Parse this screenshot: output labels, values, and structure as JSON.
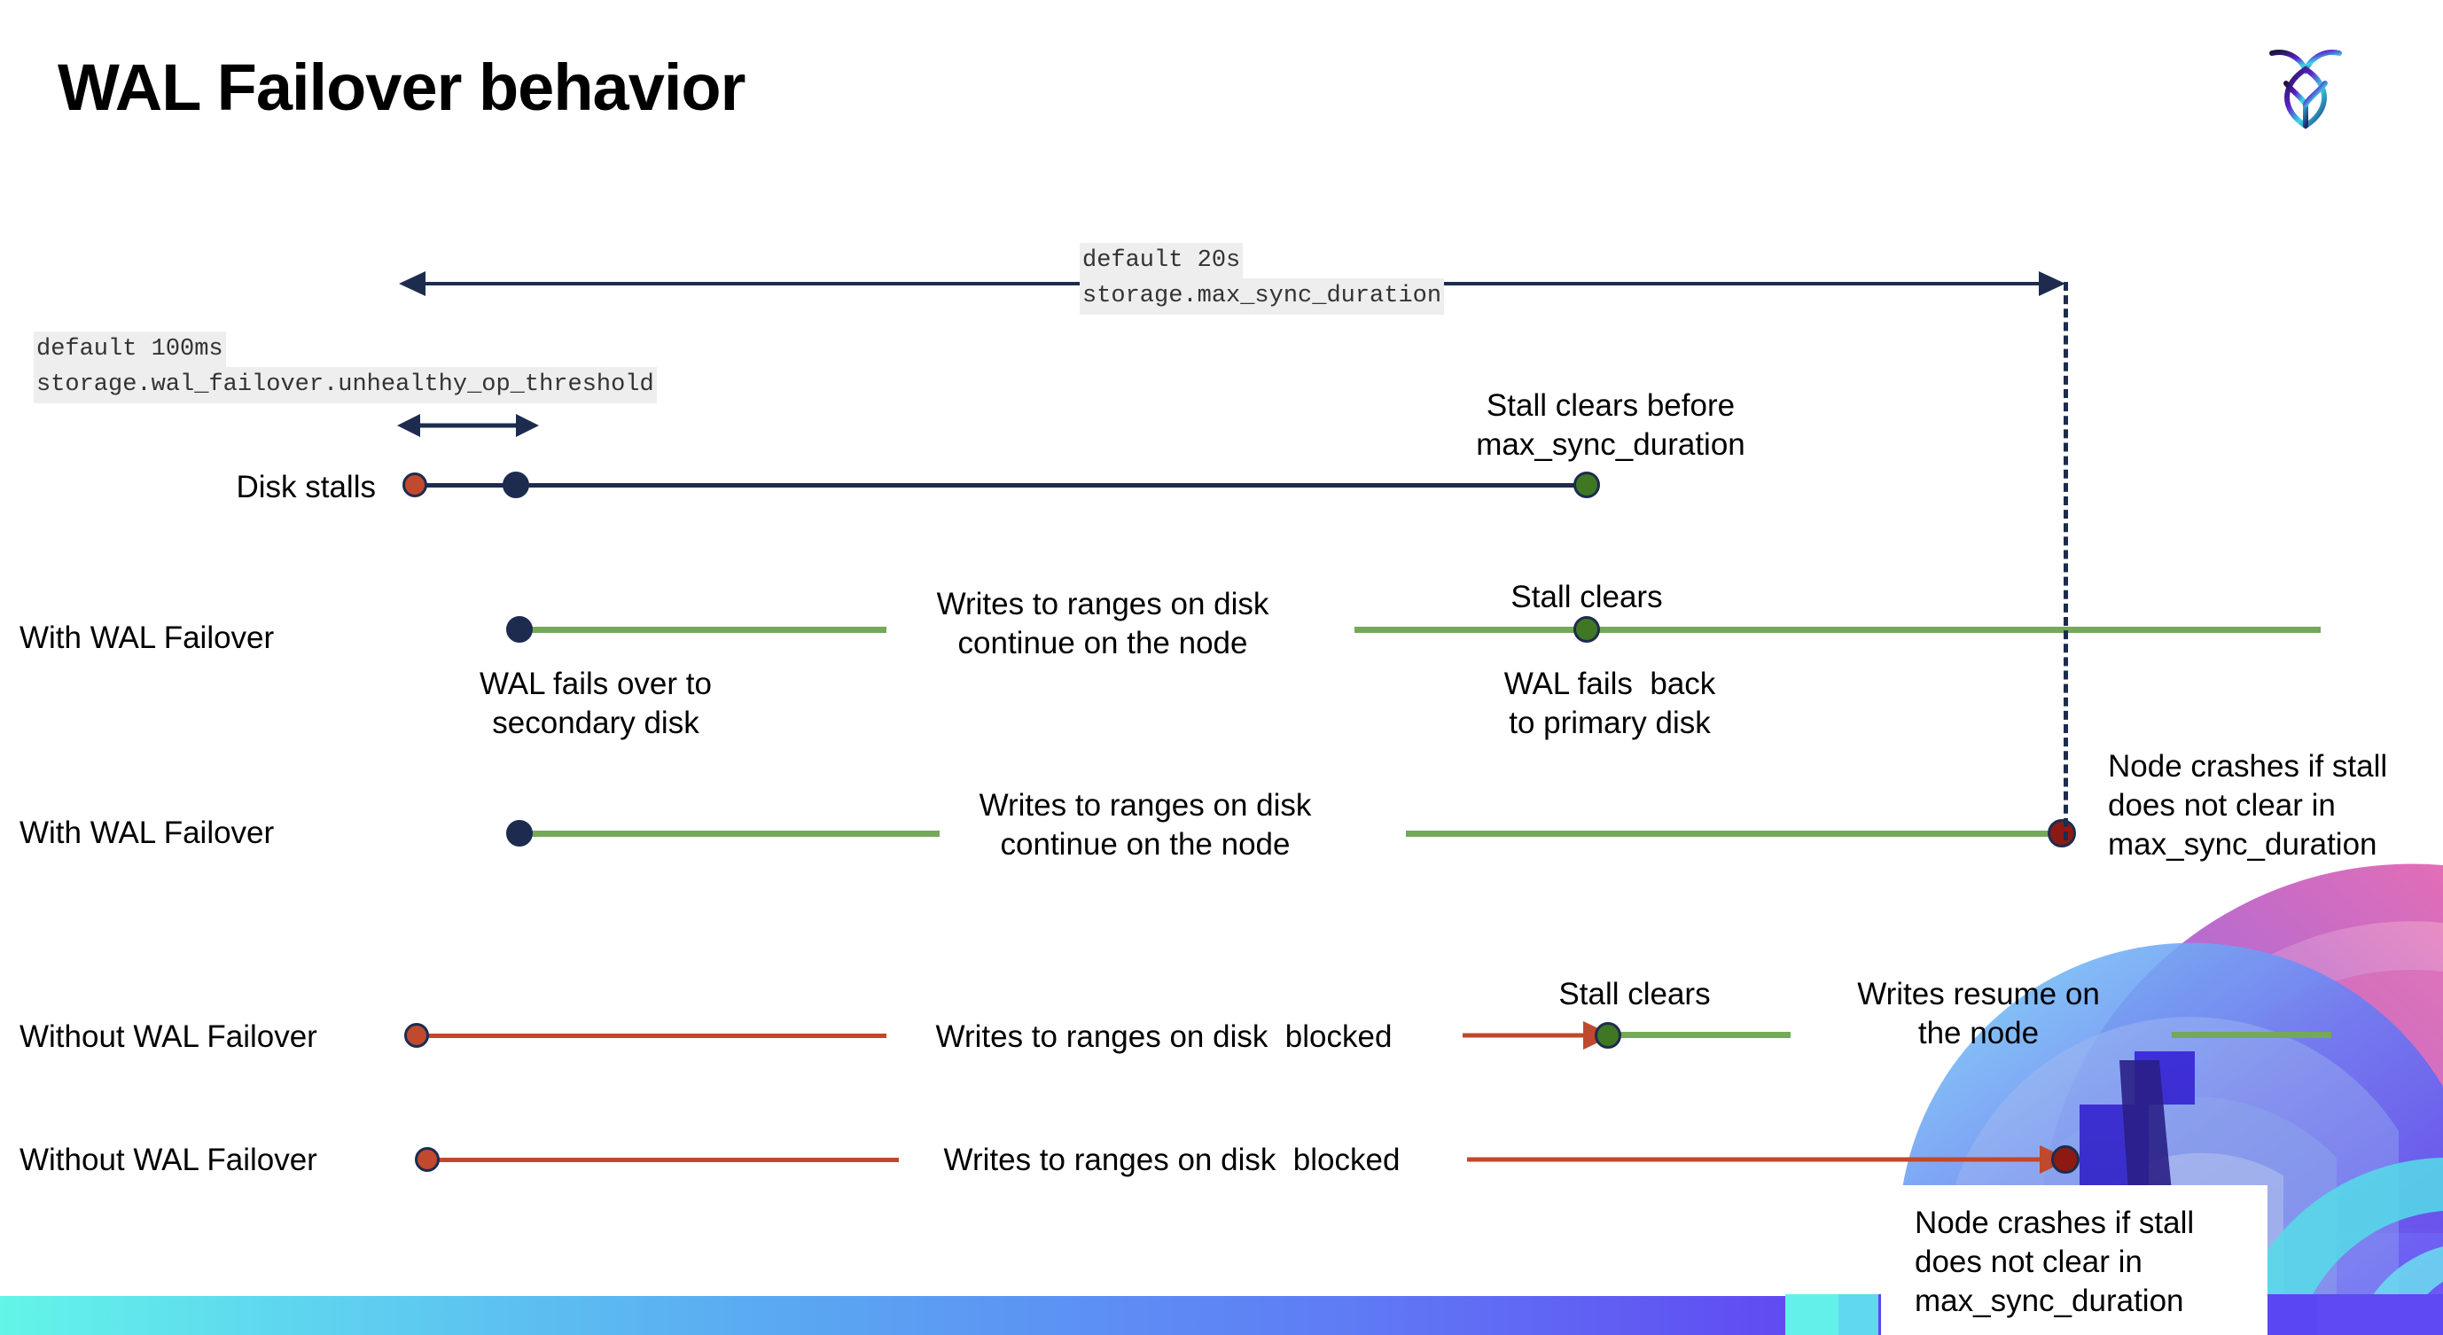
{
  "slide": {
    "title": "WAL Failover behavior",
    "logo_name": "cockroachdb-logo"
  },
  "callouts": {
    "max_sync_duration": {
      "default": "default 20s",
      "setting": "storage.max_sync_duration"
    },
    "unhealthy_op_threshold": {
      "default": "default 100ms",
      "setting": "storage.wal_failover.unhealthy_op_threshold"
    }
  },
  "rows": [
    {
      "label": "Disk stalls",
      "annotations": [
        "Stall clears before",
        "max_sync_duration"
      ]
    },
    {
      "label": "With WAL Failover",
      "annotations": [
        "Writes to ranges on disk",
        "continue on the node",
        "Stall clears",
        "WAL fails over to",
        "secondary disk",
        "WAL fails  back",
        "to primary disk"
      ]
    },
    {
      "label": "With WAL Failover",
      "annotations": [
        "Writes to ranges on disk",
        "continue on the node",
        "Node crashes if stall",
        "does not clear in",
        "max_sync_duration"
      ]
    },
    {
      "label": "Without WAL Failover",
      "annotations": [
        "Writes to ranges on disk  blocked",
        "Stall clears",
        "Writes resume on",
        "the node"
      ]
    },
    {
      "label": "Without WAL Failover",
      "annotations": [
        "Writes to ranges on disk  blocked",
        "Node crashes if stall",
        "does not clear in",
        "max_sync_duration"
      ]
    }
  ],
  "labels": {
    "disk_stalls": "Disk stalls",
    "with_wal_failover_1": "With WAL Failover",
    "with_wal_failover_2": "With WAL Failover",
    "without_wal_failover_1": "Without WAL Failover",
    "without_wal_failover_2": "Without WAL Failover",
    "stall_clears_before_l1": "Stall clears before",
    "stall_clears_before_l2": "max_sync_duration",
    "writes_continue_r2_l1": "Writes to ranges on disk",
    "writes_continue_r2_l2": "continue on the node",
    "stall_clears_r2": "Stall clears",
    "wal_fails_over_l1": "WAL fails over to",
    "wal_fails_over_l2": "secondary disk",
    "wal_fails_back_l1": "WAL fails  back",
    "wal_fails_back_l2": "to primary disk",
    "writes_continue_r3_l1": "Writes to ranges on disk",
    "writes_continue_r3_l2": "continue on the node",
    "node_crashes_r3_l1": "Node crashes if stall",
    "node_crashes_r3_l2": "does not clear in",
    "node_crashes_r3_l3": "max_sync_duration",
    "writes_blocked_r4": "Writes to ranges on disk  blocked",
    "stall_clears_r4": "Stall clears",
    "writes_resume_l1": "Writes resume on",
    "writes_resume_l2": "the node",
    "writes_blocked_r5": "Writes to ranges on disk  blocked",
    "node_crashes_r5_l1": "Node crashes if stall",
    "node_crashes_r5_l2": "does not clear in",
    "node_crashes_r5_l3": "max_sync_duration"
  },
  "colors": {
    "navy": "#1d2c4e",
    "orange": "#c0492e",
    "green_line": "#74a85a",
    "green_dot": "#3f7725",
    "red_line": "#c0482c",
    "dark_red_dot": "#8c1a12",
    "code_bg": "#eeeeee"
  }
}
